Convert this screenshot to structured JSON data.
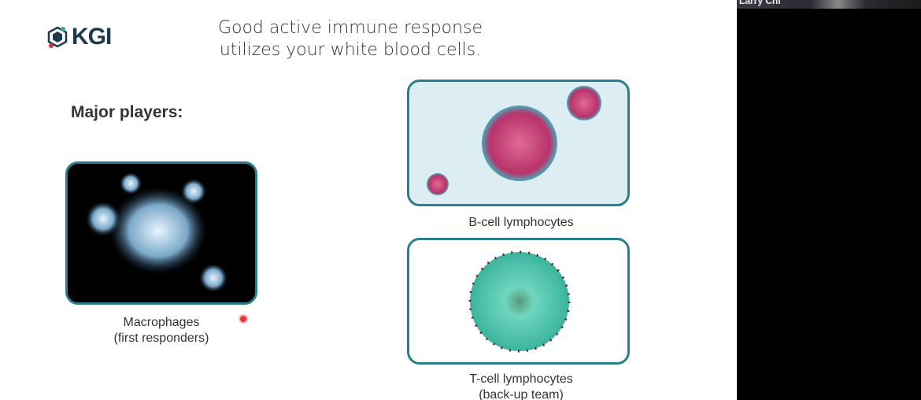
{
  "slide": {
    "logo": "KGI",
    "title_line1": "Good active immune response",
    "title_line2": "utilizes your white blood cells.",
    "heading": "Major players:",
    "cells": [
      {
        "caption_line1": "Macrophages",
        "caption_line2": "(first responders)"
      },
      {
        "caption_line1": "B-cell lymphocytes"
      },
      {
        "caption_line1": "T-cell lymphocytes",
        "caption_line2": "(back-up team)"
      }
    ]
  },
  "video": {
    "participant_name": "Larry Chi"
  },
  "colors": {
    "frame": "#2b7e8e",
    "logo": "#1c3a4e",
    "logo_teal": "#3aa9a0",
    "logo_red": "#d3343b"
  }
}
